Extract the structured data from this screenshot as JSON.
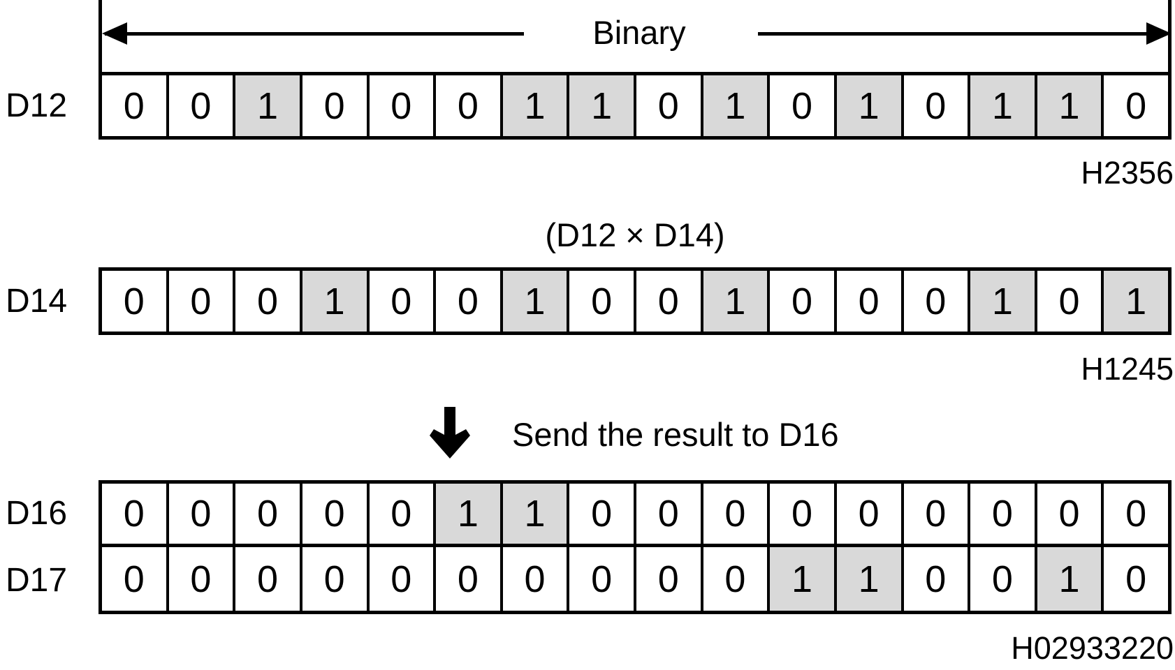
{
  "banner": {
    "label": "Binary"
  },
  "operation": {
    "label": "(D12 × D14)"
  },
  "transfer": {
    "label": "Send the result to D16"
  },
  "registers": [
    {
      "name": "D12",
      "bits": [
        0,
        0,
        1,
        0,
        0,
        0,
        1,
        1,
        0,
        1,
        0,
        1,
        0,
        1,
        1,
        0
      ],
      "hex_label": "H2356"
    },
    {
      "name": "D14",
      "bits": [
        0,
        0,
        0,
        1,
        0,
        0,
        1,
        0,
        0,
        1,
        0,
        0,
        0,
        1,
        0,
        1
      ],
      "hex_label": "H1245"
    },
    {
      "name": "D16",
      "bits": [
        0,
        0,
        0,
        0,
        0,
        1,
        1,
        0,
        0,
        0,
        0,
        0,
        0,
        0,
        0,
        0
      ]
    },
    {
      "name": "D17",
      "bits": [
        0,
        0,
        0,
        0,
        0,
        0,
        0,
        0,
        0,
        0,
        1,
        1,
        0,
        0,
        1,
        0
      ]
    }
  ],
  "result": {
    "hex_label": "H02933220"
  },
  "colors": {
    "bit_set_bg": "#d9d9d9",
    "line": "#000000",
    "background": "#ffffff"
  }
}
